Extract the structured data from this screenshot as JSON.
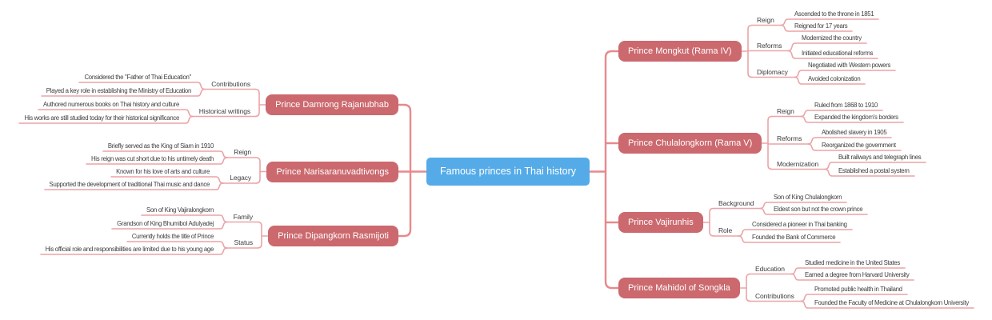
{
  "title": "Famous princes in Thai history",
  "colors": {
    "center_bg": "#55abe8",
    "branch_bg": "#cb696e",
    "line_main": "#e8898d",
    "line_sub": "#eba4a7",
    "text_dark": "#3d3d3d",
    "text_light": "#ffffff"
  },
  "branches_right": [
    {
      "label": "Prince Mongkut (Rama IV)",
      "groups": [
        {
          "label": "Reign",
          "items": [
            "Ascended to the throne in 1851",
            "Reigned for 17 years"
          ]
        },
        {
          "label": "Reforms",
          "items": [
            "Modernized the country",
            "Initiated educational reforms"
          ]
        },
        {
          "label": "Diplomacy",
          "items": [
            "Negotiated with Western powers",
            "Avoided colonization"
          ]
        }
      ]
    },
    {
      "label": "Prince Chulalongkorn (Rama V)",
      "groups": [
        {
          "label": "Reign",
          "items": [
            "Ruled from 1868 to 1910",
            "Expanded the kingdom's borders"
          ]
        },
        {
          "label": "Reforms",
          "items": [
            "Abolished slavery in 1905",
            "Reorganized the government"
          ]
        },
        {
          "label": "Modernization",
          "items": [
            "Built railways and telegraph lines",
            "Established a postal system"
          ]
        }
      ]
    },
    {
      "label": "Prince Vajirunhis",
      "groups": [
        {
          "label": "Background",
          "items": [
            "Son of King Chulalongkorn",
            "Eldest son but not the crown prince"
          ]
        },
        {
          "label": "Role",
          "items": [
            "Considered a pioneer in Thai banking",
            "Founded the Bank of Commerce"
          ]
        }
      ]
    },
    {
      "label": "Prince Mahidol of Songkla",
      "groups": [
        {
          "label": "Education",
          "items": [
            "Studied medicine in the United States",
            "Earned a degree from Harvard University"
          ]
        },
        {
          "label": "Contributions",
          "items": [
            "Promoted public health in Thailand",
            "Founded the Faculty of Medicine at Chulalongkorn University"
          ]
        }
      ]
    }
  ],
  "branches_left": [
    {
      "label": "Prince Damrong Rajanubhab",
      "groups": [
        {
          "label": "Contributions",
          "items": [
            "Considered the \"Father of Thai Education\"",
            "Played a key role in establishing the Ministry of Education"
          ]
        },
        {
          "label": "Historical writings",
          "items": [
            "Authored numerous books on Thai history and culture",
            "His works are still studied today for their historical significance"
          ]
        }
      ]
    },
    {
      "label": "Prince Narisaranuvadtivongs",
      "groups": [
        {
          "label": "Reign",
          "items": [
            "Briefly served as the King of Siam in 1910",
            "His reign was cut short due to his untimely death"
          ]
        },
        {
          "label": "Legacy",
          "items": [
            "Known for his love of arts and culture",
            "Supported the development of traditional Thai music and dance"
          ]
        }
      ]
    },
    {
      "label": "Prince Dipangkorn Rasmijoti",
      "groups": [
        {
          "label": "Family",
          "items": [
            "Son of King Vajiralongkorn",
            "Grandson of King Bhumibol Adulyadej"
          ]
        },
        {
          "label": "Status",
          "items": [
            "Currently holds the title of Prince",
            "His official role and responsibilities are limited due to his young age"
          ]
        }
      ]
    }
  ]
}
